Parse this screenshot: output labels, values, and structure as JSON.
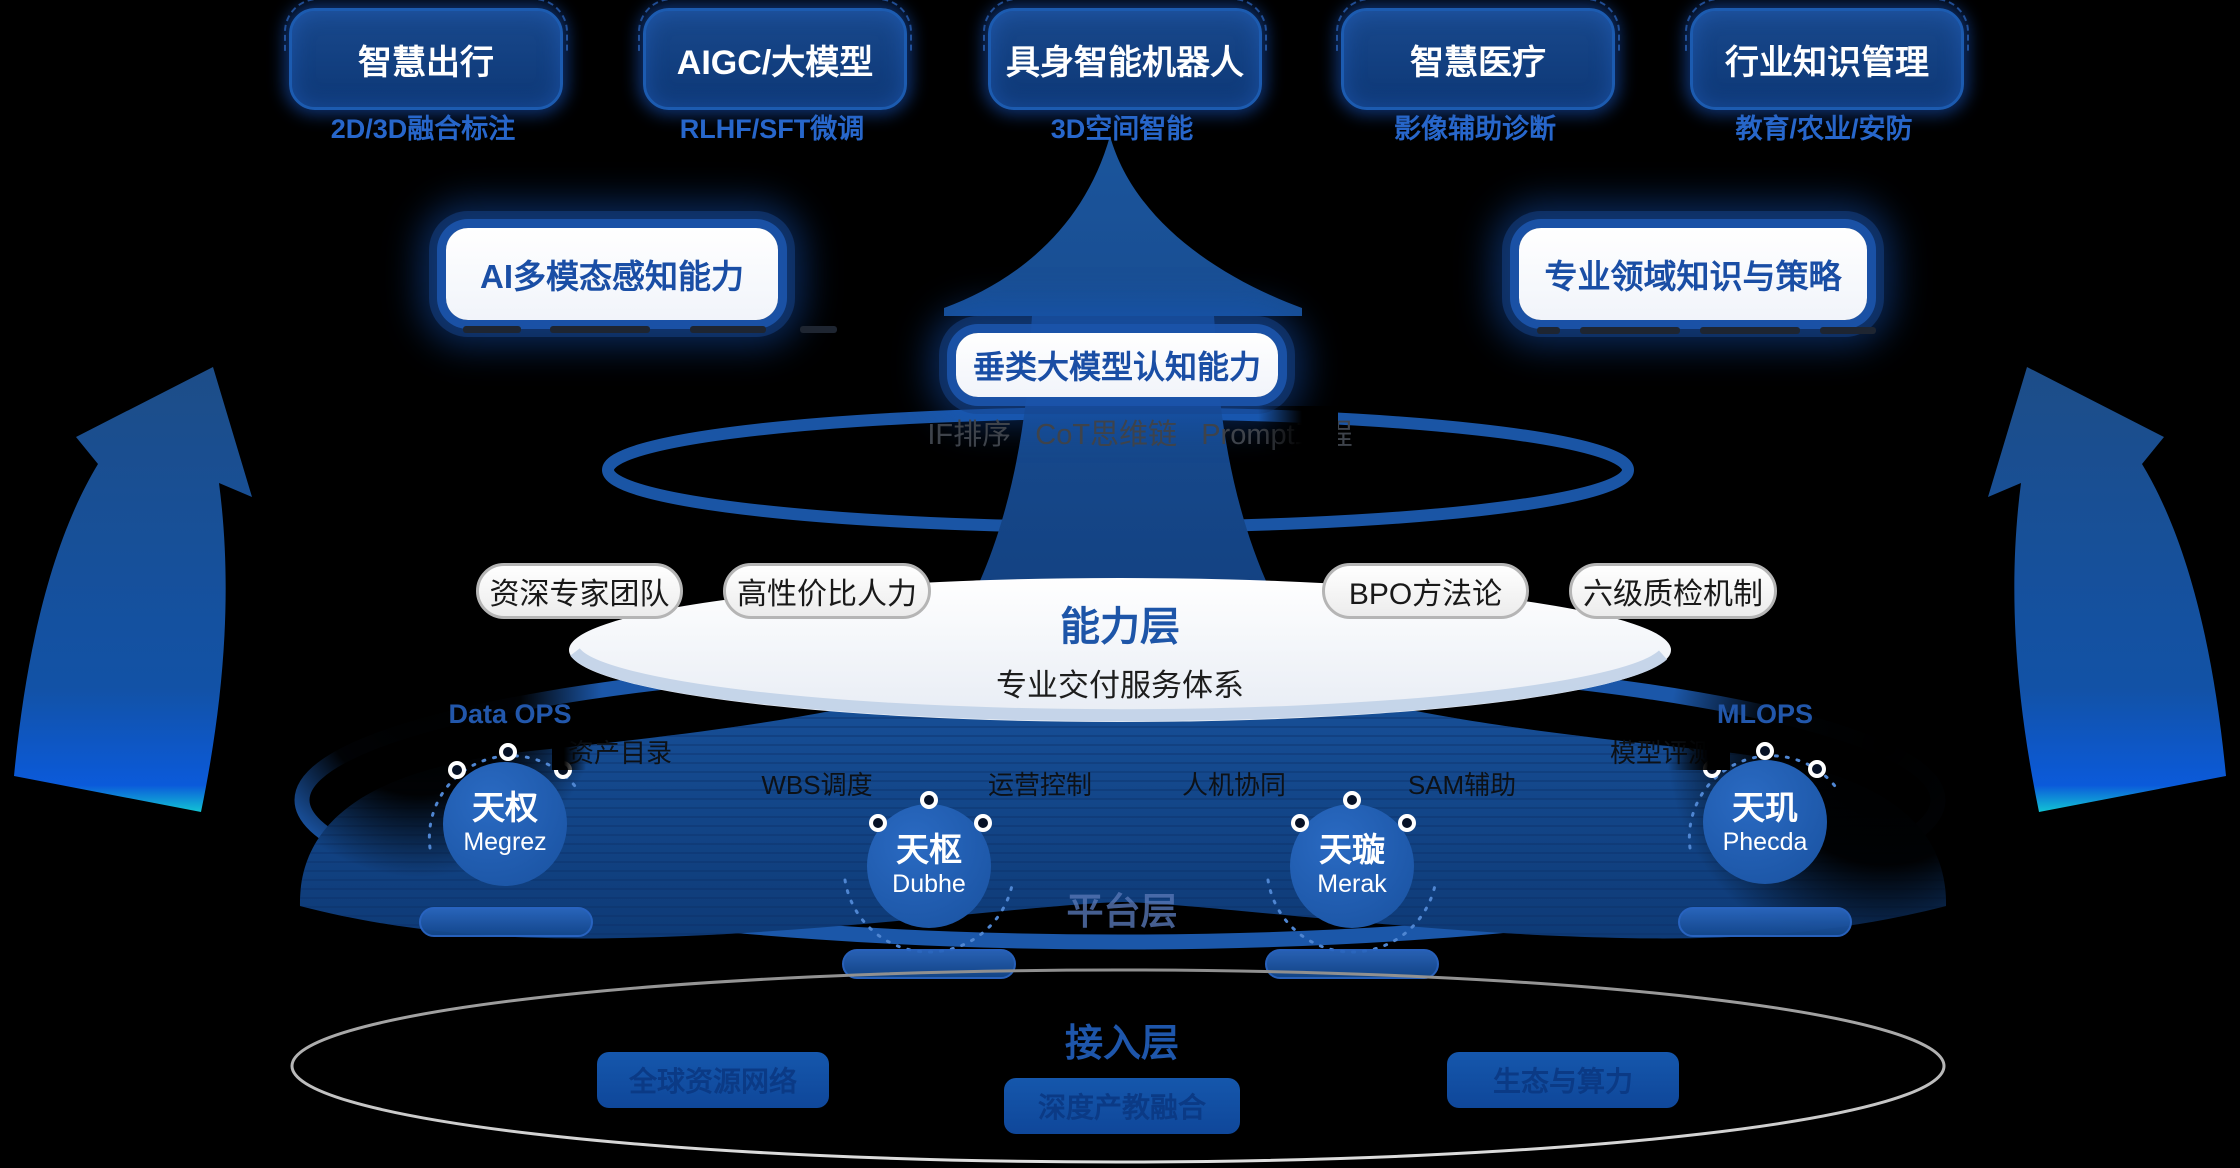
{
  "top_applications": [
    {
      "label": "智慧出行",
      "subtitle": "2D/3D融合标注"
    },
    {
      "label": "AIGC/大模型",
      "subtitle": "RLHF/SFT微调"
    },
    {
      "label": "具身智能机器人",
      "subtitle": "3D空间智能"
    },
    {
      "label": "智慧医疗",
      "subtitle": "影像辅助诊断"
    },
    {
      "label": "行业知识管理",
      "subtitle": "教育/农业/安防"
    }
  ],
  "capability_boxes": {
    "left": {
      "label": "AI多模态感知能力"
    },
    "center": {
      "label": "垂类大模型认知能力",
      "sub_items": "IF排序   CoT思维链   Prompt工程"
    },
    "right": {
      "label": "专业领域知识与策略"
    }
  },
  "service_pills": [
    "资深专家团队",
    "高性价比人力",
    "BPO方法论",
    "六级质检机制"
  ],
  "capability_layer": {
    "title": "能力层",
    "subtitle": "专业交付服务体系"
  },
  "platform_layer": {
    "title": "平台层",
    "data_ops_label": "Data OPS",
    "mlops_label": "MLOPS",
    "functions": [
      "资产目录",
      "WBS调度",
      "运营控制",
      "人机协同",
      "SAM辅助",
      "模型评测"
    ],
    "modules": [
      {
        "name": "天权",
        "latin": "Megrez"
      },
      {
        "name": "天枢",
        "latin": "Dubhe"
      },
      {
        "name": "天璇",
        "latin": "Merak"
      },
      {
        "name": "天玑",
        "latin": "Phecda"
      }
    ]
  },
  "access_layer": {
    "title": "接入层",
    "items": [
      "全球资源网络",
      "深度产教融合",
      "生态与算力"
    ]
  },
  "colors": {
    "accent_blue": "#1d55a8",
    "deep_blue": "#123f80",
    "disc_blue": "#15498f",
    "circle_blue": "#1e5cac",
    "subtitle_blue": "#2766ca",
    "white": "#ffffff"
  }
}
